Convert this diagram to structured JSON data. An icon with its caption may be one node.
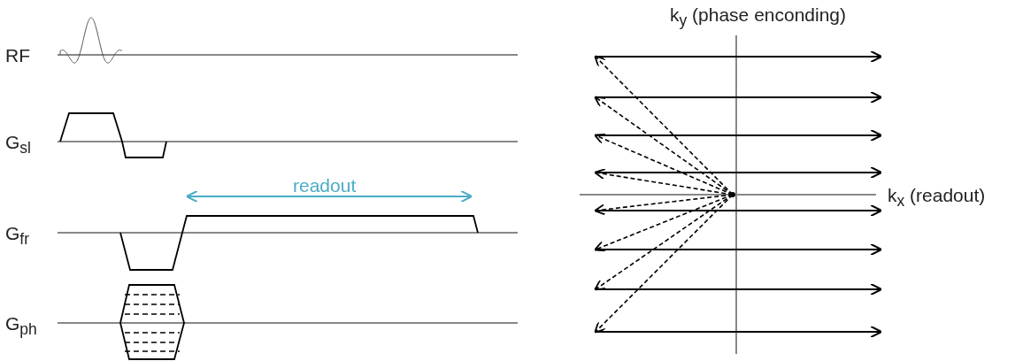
{
  "diagram": {
    "labels": [
      "k$_{y}$ (phase enconding)",
      "RF",
      "G$_{sl}$",
      "readout",
      "k$_{x}$ (readout)",
      "G$_{fr}$",
      "G$_{ph}$"
    ]
  }
}
